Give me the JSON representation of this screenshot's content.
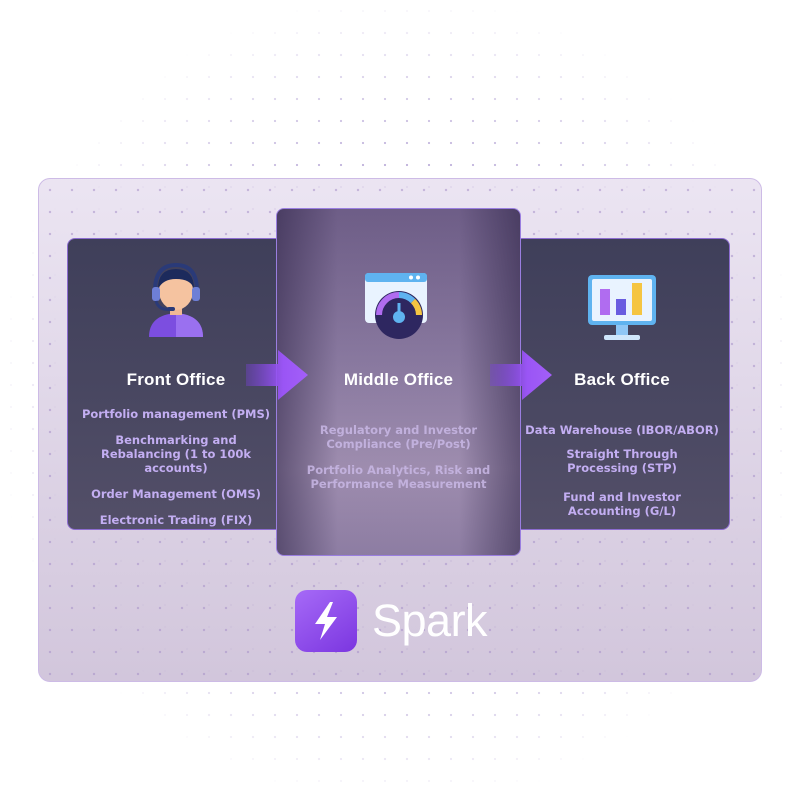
{
  "front_office": {
    "title": "Front Office",
    "items": [
      "Portfolio management (PMS)",
      "Benchmarking and Rebalancing (1 to 100k accounts)",
      "Order Management (OMS)",
      "Electronic Trading (FIX)"
    ],
    "icon": "support-agent-icon"
  },
  "middle_office": {
    "title": "Middle Office",
    "items": [
      "Regulatory and Investor Compliance (Pre/Post)",
      "Portfolio Analytics, Risk and Performance Measurement"
    ],
    "icon": "dashboard-gauge-icon"
  },
  "back_office": {
    "title": "Back Office",
    "items": [
      "Data Warehouse (IBOR/ABOR)",
      "Straight Through Processing (STP)",
      "Fund and Investor Accounting (G/L)"
    ],
    "icon": "bar-chart-monitor-icon"
  },
  "brand": {
    "name": "Spark",
    "icon": "lightning-icon",
    "color": "#8b4cf0"
  },
  "colors": {
    "accent": "#9a5cf5",
    "item_text": "#c3aef2",
    "card_bg": "#444460"
  }
}
